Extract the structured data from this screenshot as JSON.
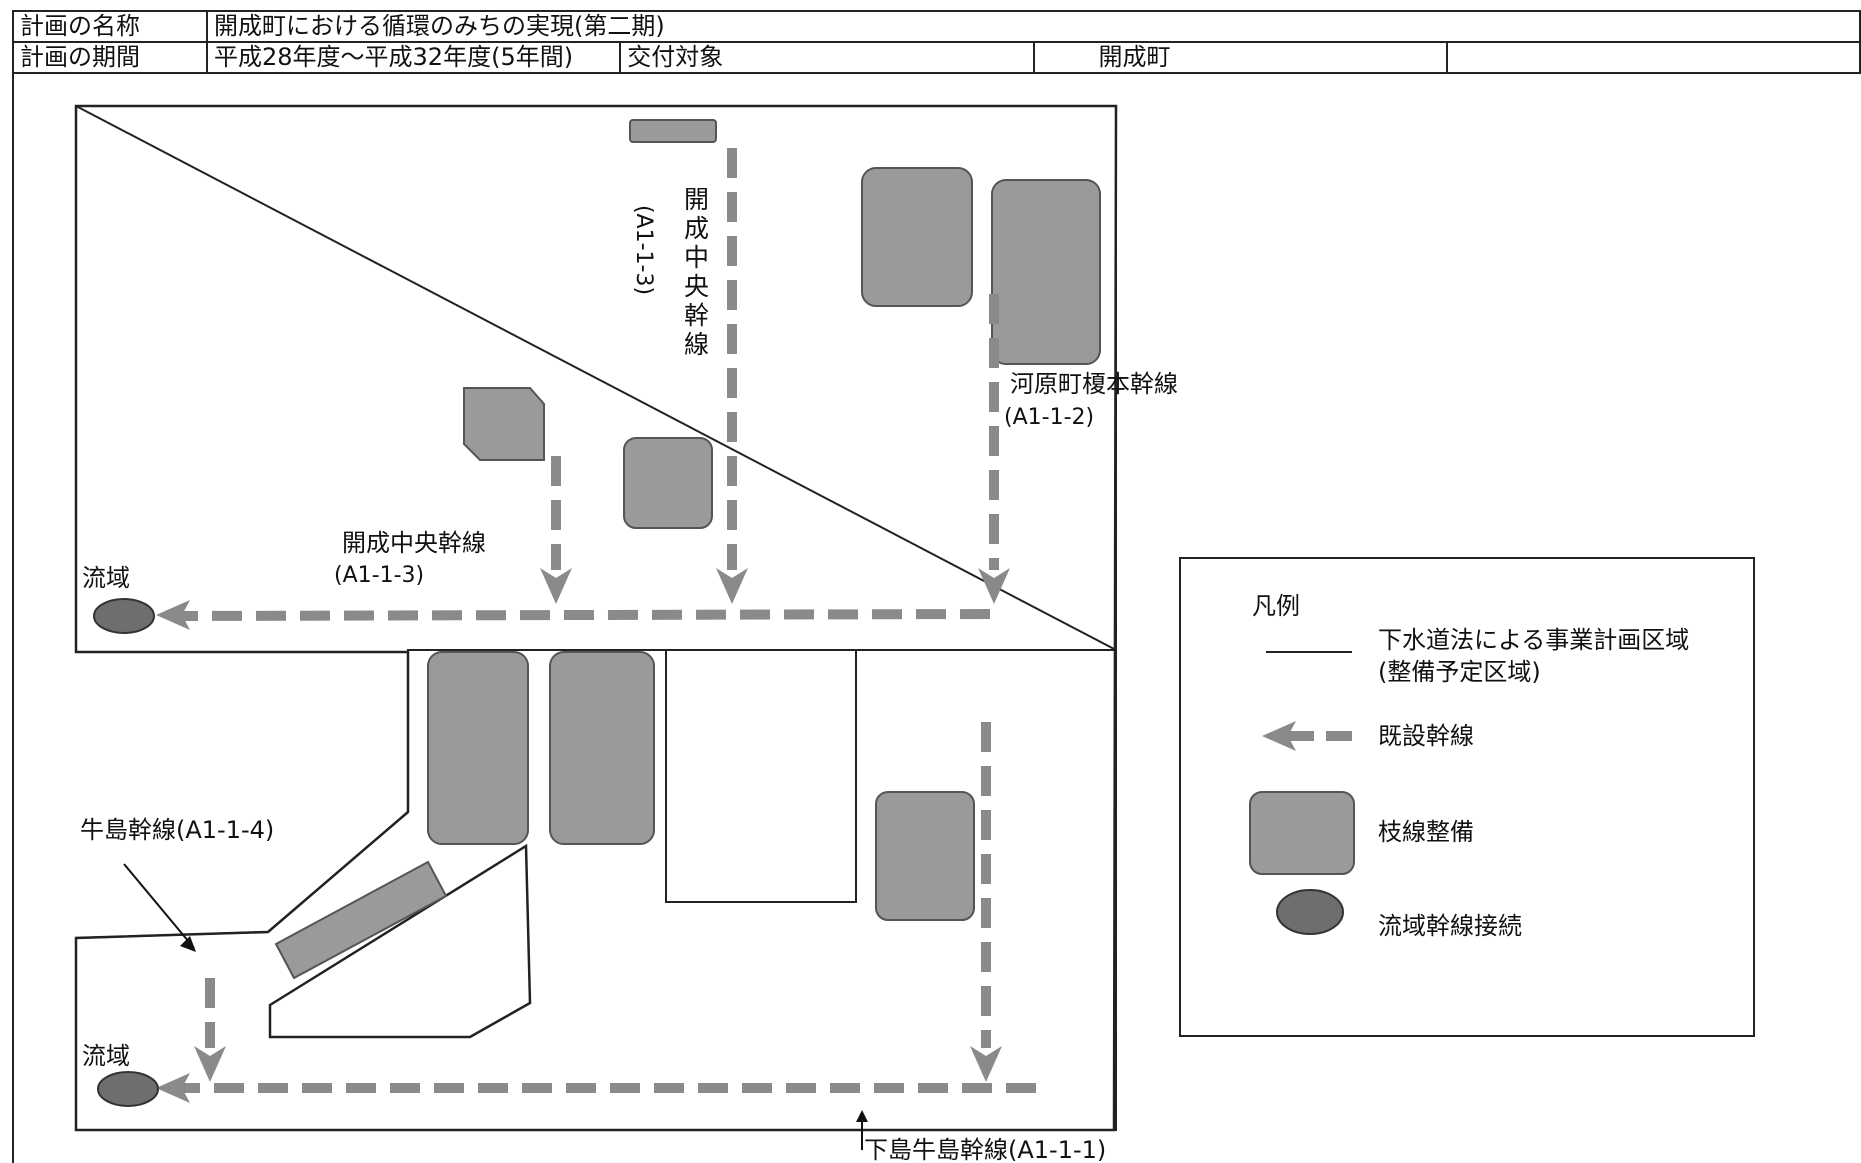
{
  "header": {
    "plan_name_label": "計画の名称",
    "plan_name_value": "開成町における循環のみちの実現(第二期)",
    "plan_period_label": "計画の期間",
    "plan_period_value": "平成28年度～平成32年度(5年間)",
    "grant_target_label": "交付対象",
    "grant_target_value": "開成町"
  },
  "map": {
    "labels": {
      "ryuiki_upper": "流域",
      "ryuiki_lower": "流域",
      "kaisei_chuo_horizontal_name": "開成中央幹線",
      "kaisei_chuo_horizontal_code": "(A1-1-3)",
      "kaisei_chuo_vertical_name": "開成中央幹線",
      "kaisei_chuo_vertical_code": "(A1-1-3)",
      "kawaramachi_name": "河原町榎本幹線",
      "kawaramachi_code": "(A1-1-2)",
      "ushijima": "牛島幹線(A1-1-4)",
      "shimojima_ushijima": "下島牛島幹線(A1-1-1)"
    },
    "colors": {
      "trunk_line": "#8a8a8a",
      "branch_block_fill": "#9a9a9a",
      "connection_fill": "#6e6e6e",
      "outline": "#222222"
    }
  },
  "legend": {
    "title": "凡例",
    "items": [
      {
        "icon": "plan-area-line-icon",
        "label_line1": "下水道法による事業計画区域",
        "label_line2": "(整備予定区域)"
      },
      {
        "icon": "existing-trunk-arrow-icon",
        "label_line1": "既設幹線"
      },
      {
        "icon": "branch-block-icon",
        "label_line1": "枝線整備"
      },
      {
        "icon": "basin-connection-icon",
        "label_line1": "流域幹線接続"
      }
    ]
  }
}
